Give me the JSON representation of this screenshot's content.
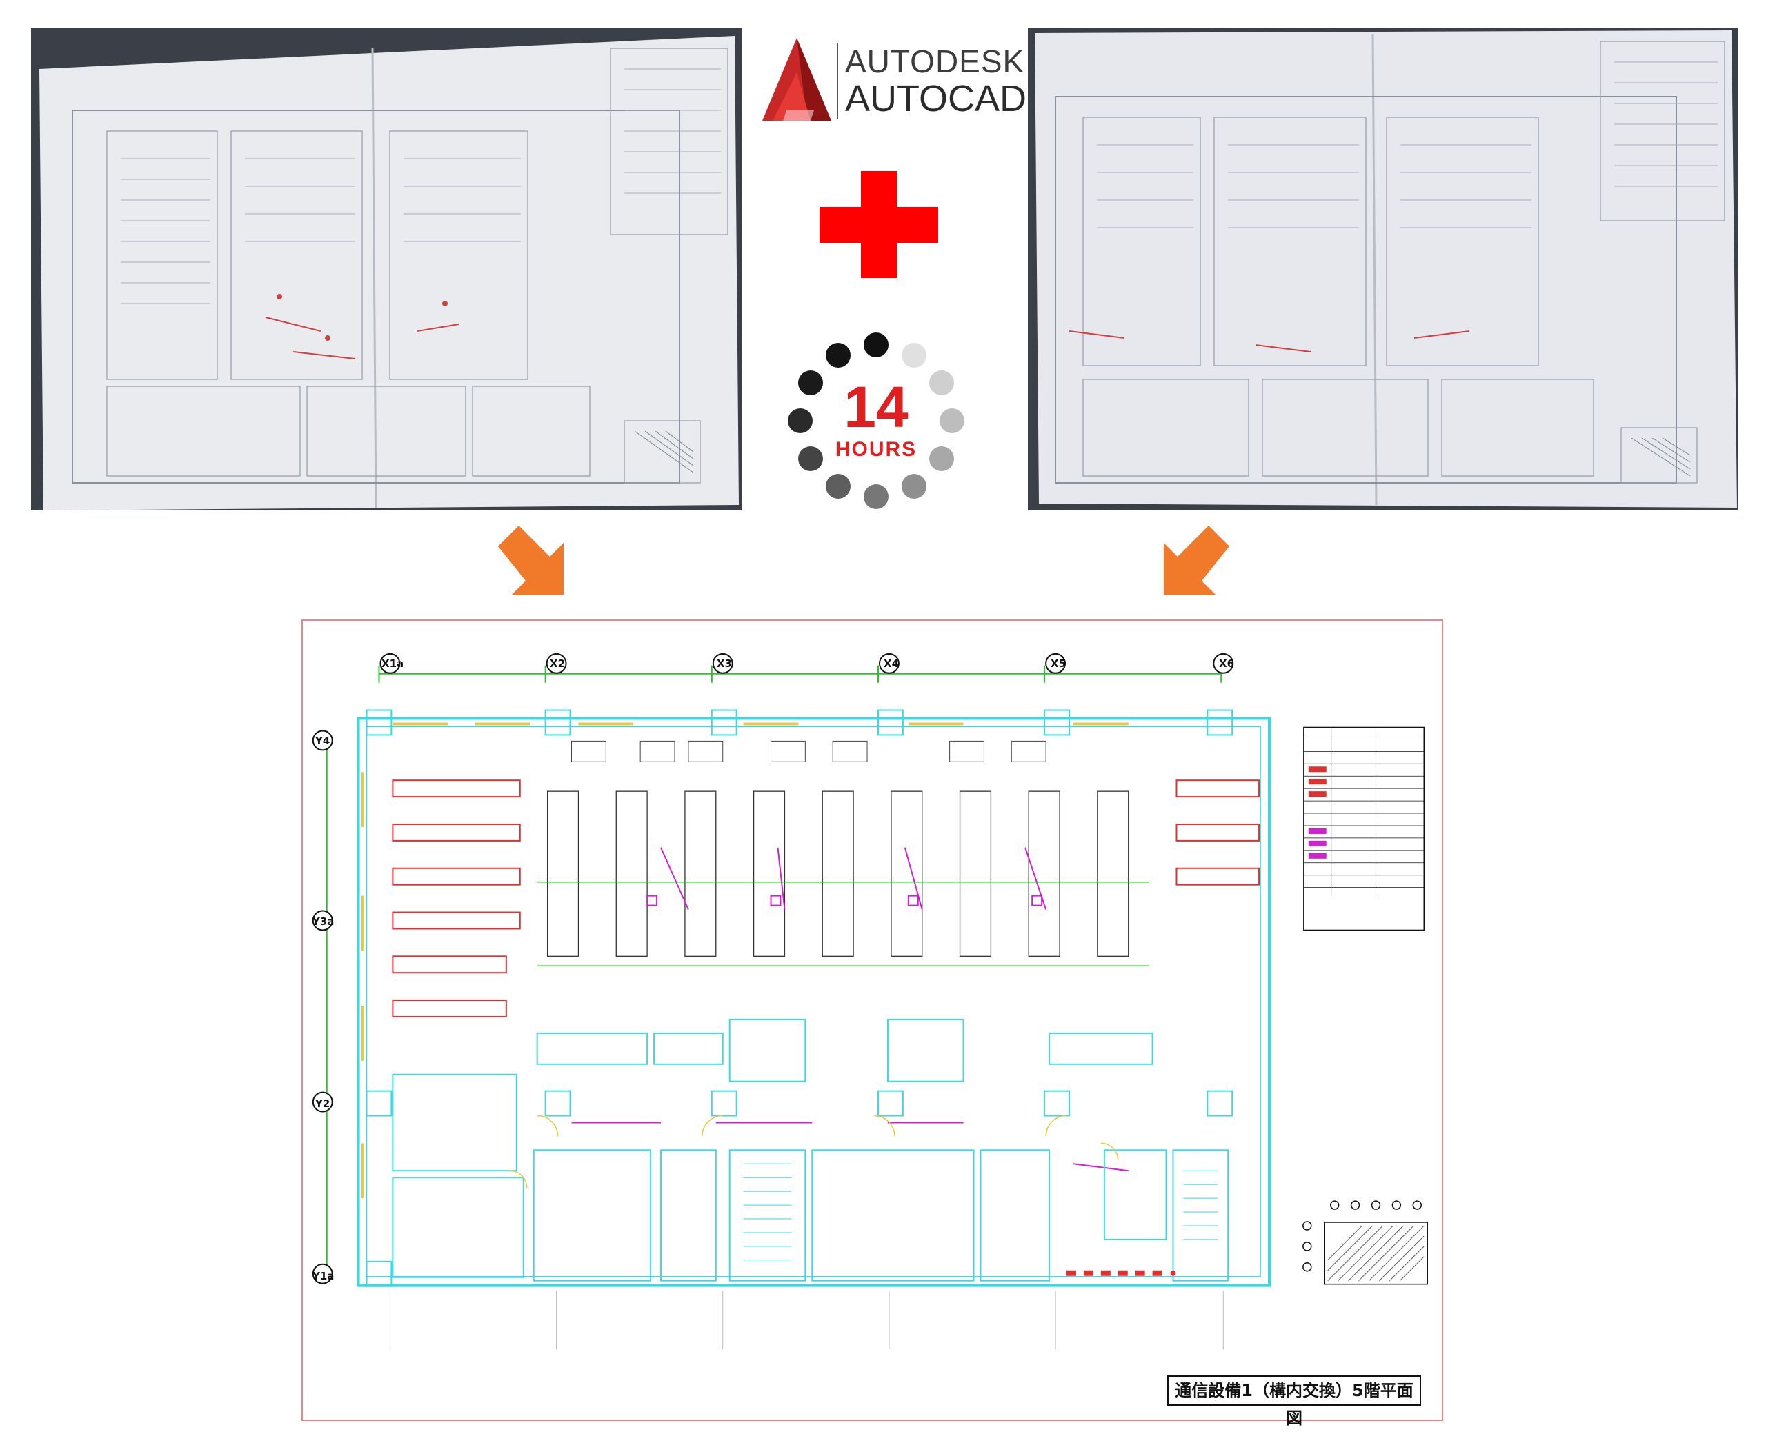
{
  "logo": {
    "brand_line1": "AUTODESK",
    "brand_line2": "AUTOCAD"
  },
  "timer": {
    "number": "14",
    "unit": "HOURS"
  },
  "cad_drawing": {
    "title": "通信設備1（構内交換）5階平面図",
    "column_labels": [
      "X1a",
      "X2",
      "X3",
      "X4",
      "X5",
      "X6"
    ],
    "row_labels": [
      "Y4",
      "Y3a",
      "Y2",
      "Y1a"
    ]
  },
  "colors": {
    "autocad_red": "#c62828",
    "plus_red": "#ff0000",
    "arrow_orange": "#f07a2a",
    "cad_cyan": "#3cd8e0",
    "cad_red": "#e03030",
    "cad_magenta": "#d020d0",
    "cad_green": "#2cc02c",
    "cad_yellow": "#e8c840",
    "sheet_border": "#e08a8a"
  }
}
